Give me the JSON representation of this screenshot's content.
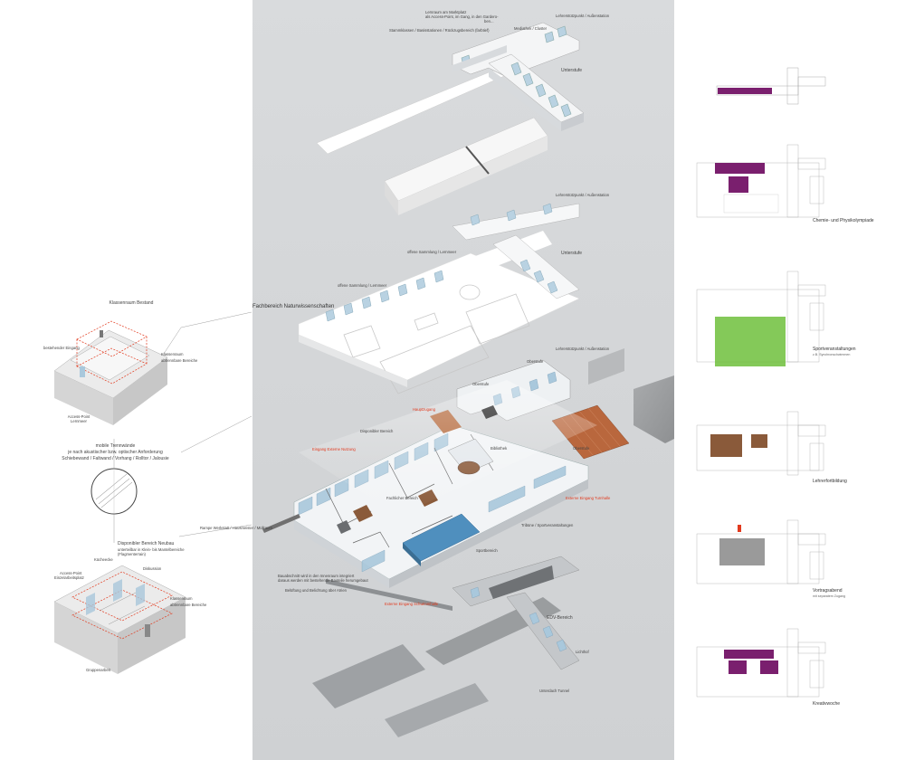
{
  "colors": {
    "background": "#ffffff",
    "panel": "#d6d8da",
    "accent_red": "#e23a1e",
    "purple": "#7a1f6e",
    "green": "#6fbf3c",
    "brown": "#8a5a3a",
    "glass": "#a9c8dc"
  },
  "top_floor": {
    "lernraum": "Lernraum am Marktplatz",
    "access": "als Access-Point, im Gang, in den Gardero-",
    "ben": "ben...",
    "stammklassen": "Stammklassen / Basisstationen / Rückzugsbereich (farbtief)",
    "mediathek": "Mediathek / Cluster",
    "lehrerstuetz": "Lehrerstützpunkt / Außenstation",
    "unterstufe": "Unterstufe"
  },
  "second_floor": {
    "lehrerstuetz": "Lehrerstützpunkt / Außenstation",
    "offene1": "offene Sammlung / Lernmeer",
    "offene2": "offene Sammlung / Lernmeer",
    "fachbereich": "Fachbereich Naturwissenschaften",
    "unterstufe": "Unterstufe"
  },
  "ground_floor": {
    "lehrerstuetz": "Lehrerstützpunkt / Außenstation",
    "oberstufe": "Oberstufe",
    "oberstufe2": "Oberstufe",
    "hauptzugang": "Hauptzugang",
    "disponibler": "Disponibler Bereich",
    "eingang_bel": "Eingang Externe Nutzung",
    "bibliothek": "Bibliothek",
    "oberstufe3": "Oberstufe",
    "fachbereich": "Fachlicher Bereich",
    "externe": "Externe Eingang Turnhalle",
    "rampe": "Rampe Werkstatt / Hausmeister / Müllraum",
    "tribune": "Tribüne / Sportveranstaltungen",
    "sport": "Sportbereich",
    "bauabschnitt1": "Bauabschnitt wird in den Innenraum integriert",
    "bauabschnitt2": "daraus werden mit bestehende Bauteile herumgebaut",
    "belueftung": "Belüftung und Belichtung über Atrien",
    "externe2": "Externe Eingang Schwimmhalle"
  },
  "basement": {
    "edv": "EDV-Bereich",
    "lichthof": "Lichthof",
    "unterdach": "Unterdach Tunnel"
  },
  "left": {
    "klassenraum": "Klassenraum Bestand",
    "lernplatz": "bestehender Eingang",
    "klassenraum2": "Klassenraum",
    "abtrennbare": "abtrennbare Bereiche",
    "access_point": "Access-Point",
    "lernmeer": "Lernmeer",
    "mobile1": "mobile Trennwände",
    "mobile2": "je nach akustischer bzw. optischer Anforderung",
    "mobile3": "Schiebewand / Faltwand / Vorhang / Rolltor / Jalousie",
    "dispo": "Disponibler Bereich Neubau",
    "dispo2": "unterteilbar in Klein- bis Mantelbereiche",
    "dispo3": "(Flagmenterrain)",
    "kueche": "Kücheecke",
    "ap2": "Access-Point",
    "ap3": "Einzelarbeitsplatz",
    "diskussion": "Diskussion",
    "klassenraum3": "Klassenraum",
    "abtrennbare2": "abtrennbare Bereiche",
    "gruppen": "Gruppenarbeit"
  },
  "right": {
    "cap2": "Chemie- und Physikolympiade",
    "cap3": "Sportveranstaltungen",
    "cap3sub": "z.B. Synchronschwimmen",
    "cap4": "Lehrerfortbildung",
    "cap5": "Vortragsabend",
    "cap5sub": "mit separatem Zugang",
    "cap6": "Kreativwoche"
  }
}
